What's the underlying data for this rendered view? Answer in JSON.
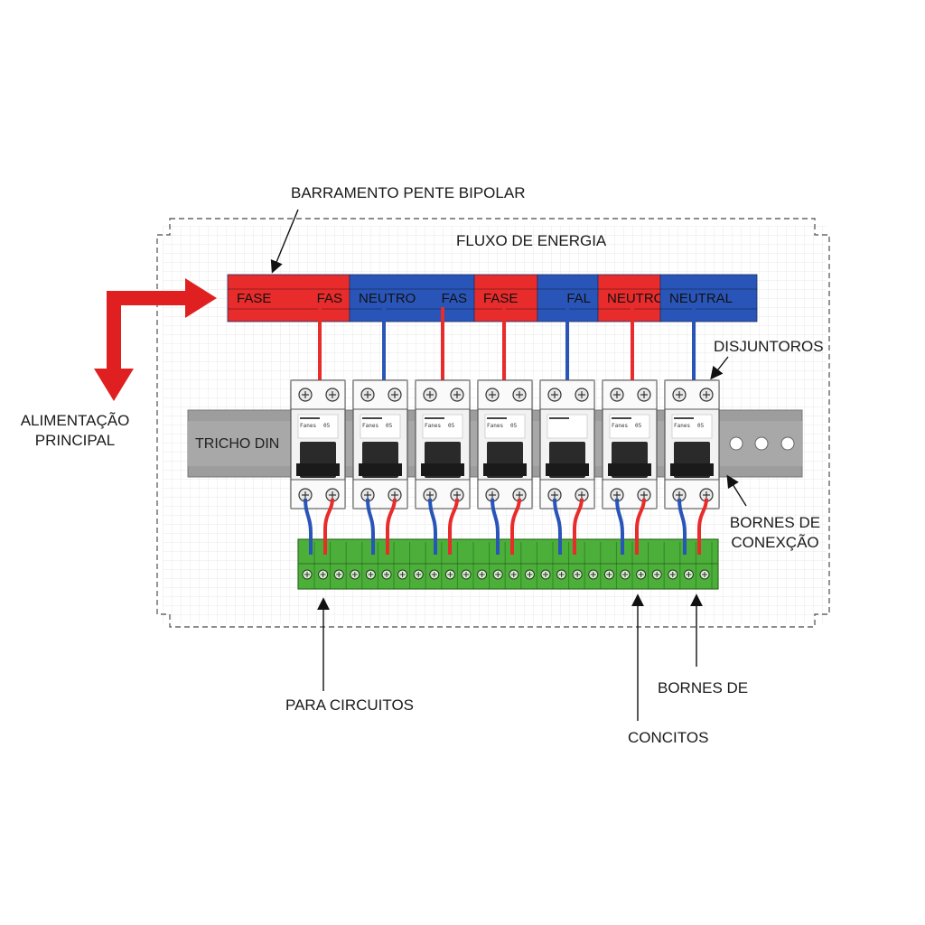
{
  "diagram": {
    "labels": {
      "busbar": "BARRAMENTO PENTE BIPOLAR",
      "energy_flow": "FLUXO DE ENERGIA",
      "main_supply": "ALIMENTAÇÃO\nPRINCIPAL",
      "breakers": "DISJUNTOROS",
      "din_rail": "TRICHO DIN",
      "connection_terminals": "BORNES DE\nCONEXÇÃO",
      "to_circuits": "PARA CIRCUITOS",
      "terminals_bottom": "BORNES DE",
      "circuits_bottom": "CONCITOS"
    },
    "busbar_segments": [
      {
        "left_text": "FASE",
        "right_text": "FAS",
        "color": "#e82b2b"
      },
      {
        "left_text": "NEUTRO",
        "right_text": "FAS",
        "color": "#2a55b8"
      },
      {
        "left_text": "FASE",
        "right_text": "",
        "color": "#e82b2b"
      },
      {
        "left_text": "",
        "right_text": "FAL",
        "color": "#2a55b8"
      },
      {
        "left_text": "NEUTRO",
        "right_text": "",
        "color": "#e82b2b"
      },
      {
        "left_text": "NEUTRAL",
        "right_text": "",
        "color": "#2a55b8"
      }
    ],
    "breakers": [
      {
        "brand": "Fanes",
        "code": "05"
      },
      {
        "brand": "Fanes",
        "code": "05"
      },
      {
        "brand": "Fanes",
        "code": "05"
      },
      {
        "brand": "Fanes",
        "code": "05"
      },
      {
        "brand": "",
        "code": ""
      },
      {
        "brand": "Fanes",
        "code": "05"
      },
      {
        "brand": "Fanes",
        "code": "05"
      }
    ],
    "colors": {
      "phase": "#e82b2b",
      "neutral": "#2a55b8",
      "terminal_block": "#4caf3a",
      "din_rail": "#9a9a9a",
      "arrow": "#e02020"
    },
    "icons": [
      "arrow-right-icon",
      "arrow-down-icon",
      "screw-icon"
    ]
  }
}
